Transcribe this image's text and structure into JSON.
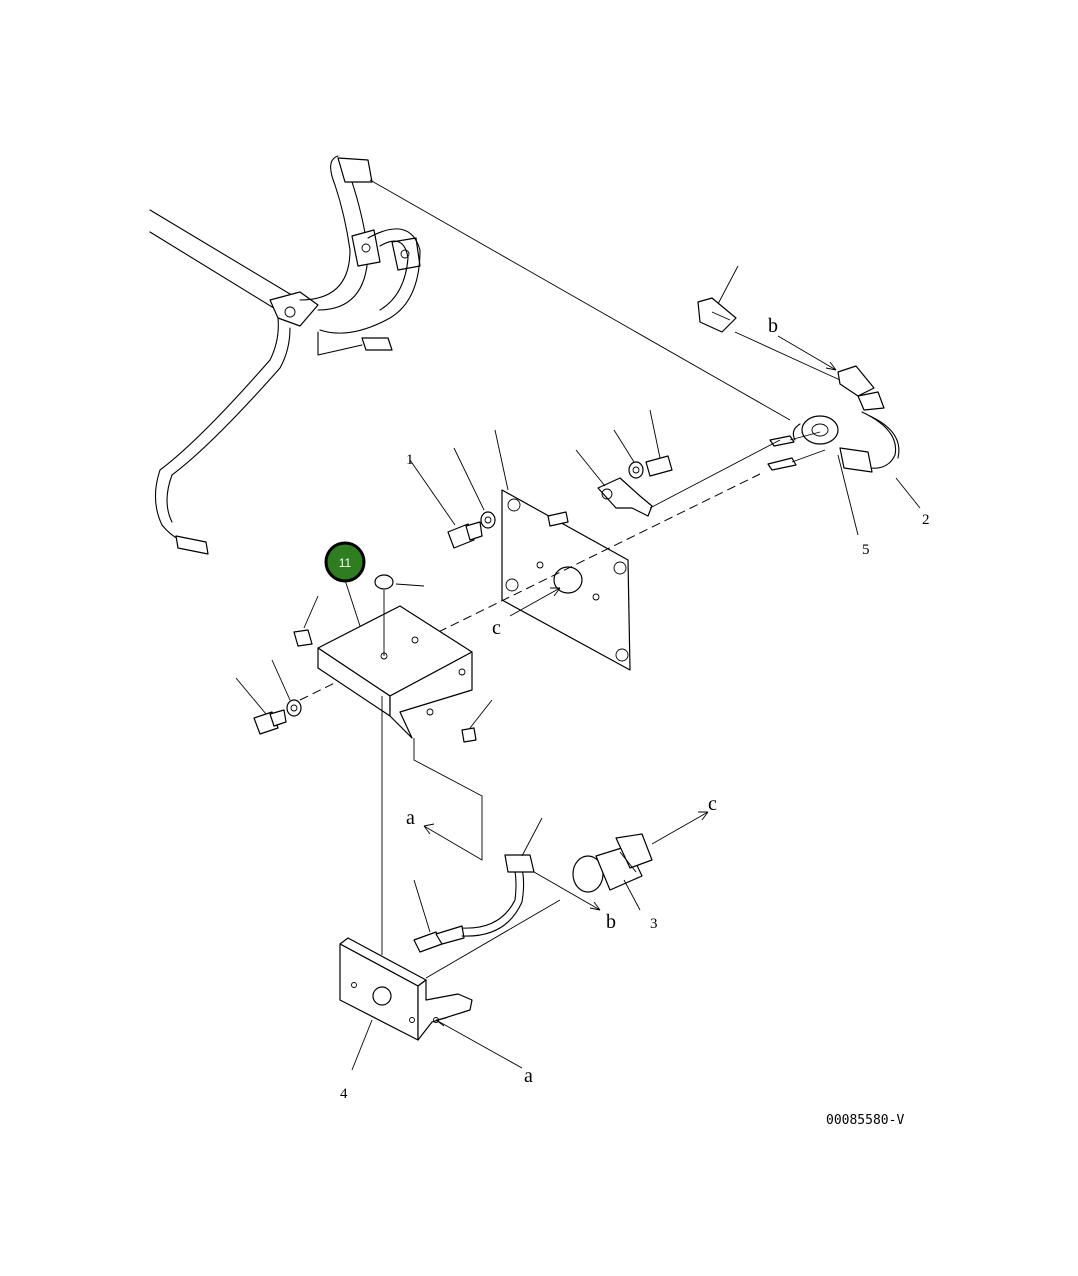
{
  "callouts": {
    "item_1": "1",
    "item_2": "2",
    "item_5": "5",
    "item_4": "4",
    "item_3": "3"
  },
  "highlight": {
    "number": "11",
    "fill": "#2e7d20",
    "ring": "#000000"
  },
  "refs": {
    "a": "a",
    "b": "b",
    "c": "c"
  },
  "drawing_code": "00085580-V"
}
